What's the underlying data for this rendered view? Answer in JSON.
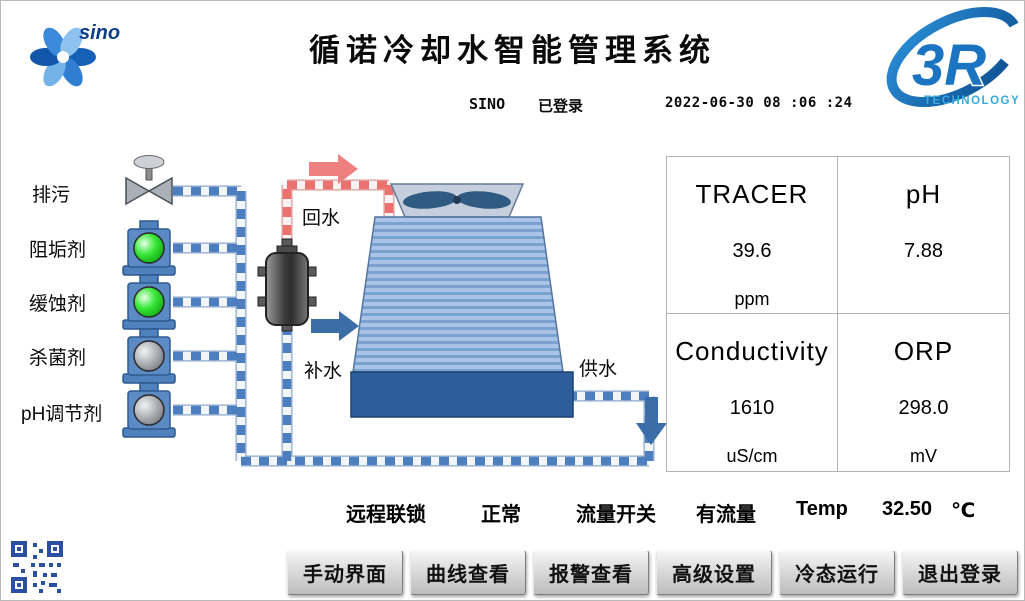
{
  "header": {
    "title": "循诺冷却水智能管理系统",
    "user": "SINO",
    "login_status": "已登录",
    "datetime": "2022-06-30  08 :06 :24",
    "sino_logo_text": "sino",
    "r3_logo_text": "3R",
    "r3_logo_subtext": "TECHNOLOGY"
  },
  "diagram": {
    "left_labels": [
      "排污",
      "阻垢剂",
      "缓蚀剂",
      "杀菌剂",
      "pH调节剂"
    ],
    "return_water": "回水",
    "makeup_water": "补水",
    "supply_water": "供水",
    "pump_states": [
      "on",
      "on",
      "off",
      "off"
    ],
    "colors": {
      "pump_on": "#22d622",
      "pump_off": "#9aa0a4",
      "pipe_water": "#4c7ec0",
      "pipe_return": "#ec7272",
      "tower_basin": "#2e5d9c"
    }
  },
  "metrics": [
    {
      "name": "TRACER",
      "value": "39.6",
      "unit": "ppm"
    },
    {
      "name": "pH",
      "value": "7.88",
      "unit": ""
    },
    {
      "name": "Conductivity",
      "value": "1610",
      "unit": "uS/cm"
    },
    {
      "name": "ORP",
      "value": "298.0",
      "unit": "mV"
    }
  ],
  "status_bar": [
    {
      "label": "远程联锁",
      "value": "正常"
    },
    {
      "label": "流量开关",
      "value": "有流量"
    },
    {
      "label": "Temp",
      "value": "32.50",
      "unit": "℃"
    }
  ],
  "buttons": [
    "手动界面",
    "曲线查看",
    "报警查看",
    "高级设置",
    "冷态运行",
    "退出登录"
  ]
}
